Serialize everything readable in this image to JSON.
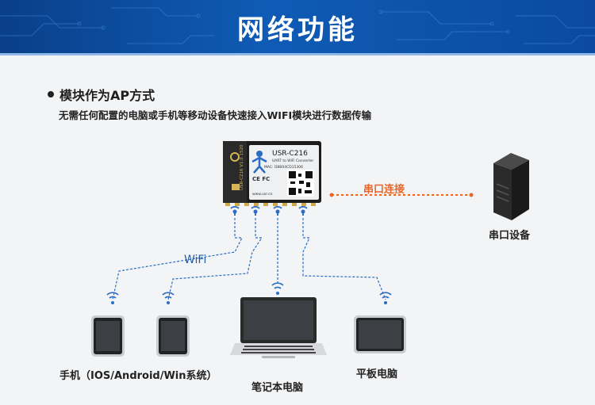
{
  "header": {
    "title": "网络功能"
  },
  "mode": {
    "title": "模块作为AP方式",
    "description": "无需任何配置的电脑或手机等移动设备快速接入WIFI模块进行数据传输"
  },
  "module": {
    "model": "USR-C216",
    "subtitle": "UART to WiFi Converter",
    "mac": "MAC: D8B04CD15306",
    "website": "www.usr.cn",
    "side_text": "USR-C216 V1.0 1520"
  },
  "labels": {
    "serial_connection": "串口连接",
    "serial_device": "串口设备",
    "wifi": "WiFi",
    "phones": "手机（IOS/Android/Win系统）",
    "laptop": "笔记本电脑",
    "tablet": "平板电脑"
  },
  "colors": {
    "banner": "#0f5bb5",
    "accent_orange": "#e9662a",
    "link_blue": "#2b6cc4"
  }
}
